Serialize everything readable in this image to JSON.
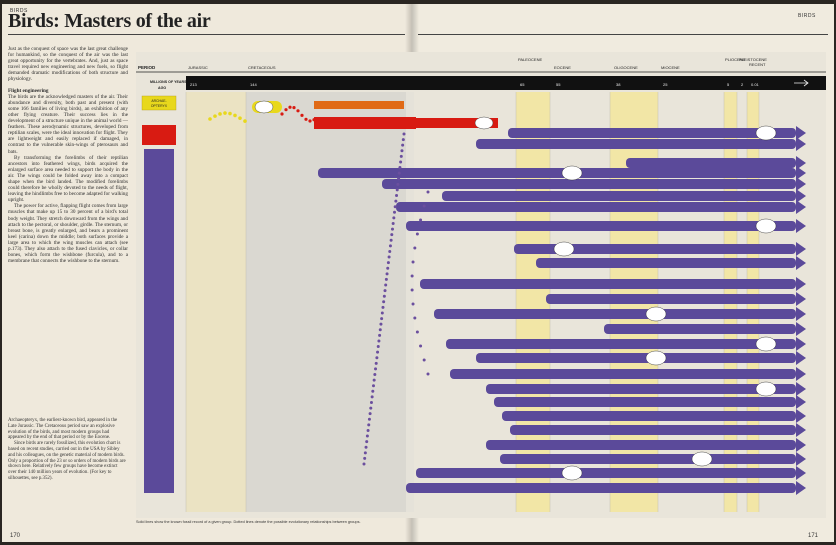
{
  "header": {
    "section_left": "BIRDS",
    "section_right": "BIRDS",
    "title": "Birds: Masters of the air",
    "page_left": "170",
    "page_right": "171"
  },
  "intro_text": "Just as the conquest of space was the last great challenge for humankind, so the conquest of the air was the last great opportunity for the vertebrates. And, just as space travel required new engineering and new fuels, so flight demanded dramatic modifications of both structure and physiology.",
  "flight_engineering": {
    "heading": "Flight engineering",
    "p1": "The birds are the acknowledged masters of the air. Their abundance and diversity, both past and present (with some 166 families of living birds), an exhibition of any other flying creature. Their success lies in the development of a structure unique in the animal world — feathers. These aerodynamic structures, developed from reptilian scales, were the ideal innovation for flight. They are lightweight and easily replaced if damaged, in contrast to the vulnerable skin-wings of pterosaurs and bats.",
    "p2": "By transforming the forelimbs of their reptilian ancestors into feathered wings, birds acquired the enlarged surface area needed to support the body in the air. The wings could be folded away into a compact shape when the bird landed. The modified forelimbs could therefore be wholly devoted to the needs of flight, leaving the hindlimbs free to become adapted for walking upright.",
    "p3": "The power for active, flapping flight comes from large muscles that make up 15 to 30 percent of a bird's total body weight. They stretch downward from the wings and attach to the pectoral, or shoulder, girdle. The sternum, or breast bone, is greatly enlarged, and bears a prominent keel (carina) down the middle; both surfaces provide a large area to which the wing muscles can attach (see p.173). They also attach to the fused clavicles, or collar bones, which form the wishbone (furcula), and to a membrane that connects the wishbone to the sternum."
  },
  "caption": {
    "p1": "Archaeopteryx, the earliest-known bird, appeared in the Late Jurassic. The Cretaceous period saw an explosive evolution of the birds, and most modern groups had appeared by the end of that period or by the Eocene.",
    "p2": "Since birds are rarely fossilized, this evolution chart is based on recent studies, carried out in the USA by Sibley and his colleagues, on the genetic material of modern birds. Only a proportion of the 23 or so orders of modern birds are shown here. Relatively few groups have become extinct over their 140 million years of evolution. (For key to silhouettes, see p.352)."
  },
  "footnote": "Solid lines show the known fossil record of a given group. Dotted lines denote the possible evolutionary relationships between groups.",
  "chart_data": {
    "type": "table",
    "period_label": "PERIOD",
    "mya_label": "MILLIONS OF YEARS AGO",
    "periods": [
      "JURASSIC",
      "CRETACEOUS",
      "PALEOCENE",
      "EOCENE",
      "OLIGOCENE",
      "MIOCENE",
      "PLIOCENE",
      "PLEISTOCENE",
      "RECENT"
    ],
    "mya_ticks": [
      "213",
      "144",
      "65",
      "55",
      "38",
      "25",
      "5",
      "2",
      "0.01"
    ],
    "left_boxes": [
      "ARCHAE-OPTERYX",
      ""
    ],
    "colors": {
      "purple": "#5b4a9a",
      "red": "#d81b12",
      "orange": "#e06a16",
      "yellow": "#f2e6a6",
      "dots_purple": "#6b4f9e",
      "dots_red": "#d81b12",
      "dots_yellow": "#d7c83a",
      "black": "#111111"
    }
  }
}
